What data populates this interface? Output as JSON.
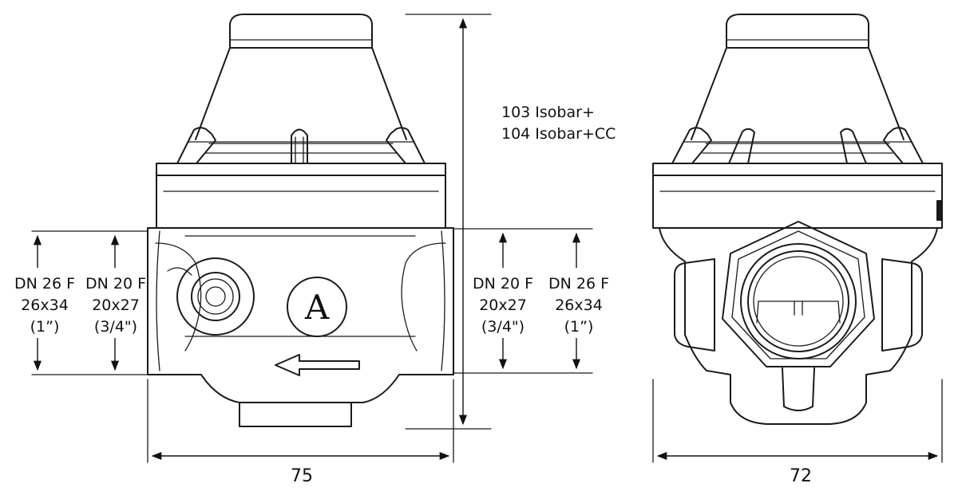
{
  "models": {
    "line1": "103 Isobar+",
    "line2": "104 Isobar+CC"
  },
  "left_view": {
    "width_dim": "75",
    "outer_left": {
      "line1": "DN 26 F",
      "line2": "26x34",
      "line3": "(1”)"
    },
    "inner_left": {
      "line1": "DN 20 F",
      "line2": "20x27",
      "line3": "(3/4\")"
    },
    "inner_right": {
      "line1": "DN 20 F",
      "line2": "20x27",
      "line3": "(3/4\")"
    },
    "outer_right": {
      "line1": "DN 26 F",
      "line2": "26x34",
      "line3": "(1”)"
    },
    "logo_letter": "A"
  },
  "right_view": {
    "width_dim": "72"
  }
}
